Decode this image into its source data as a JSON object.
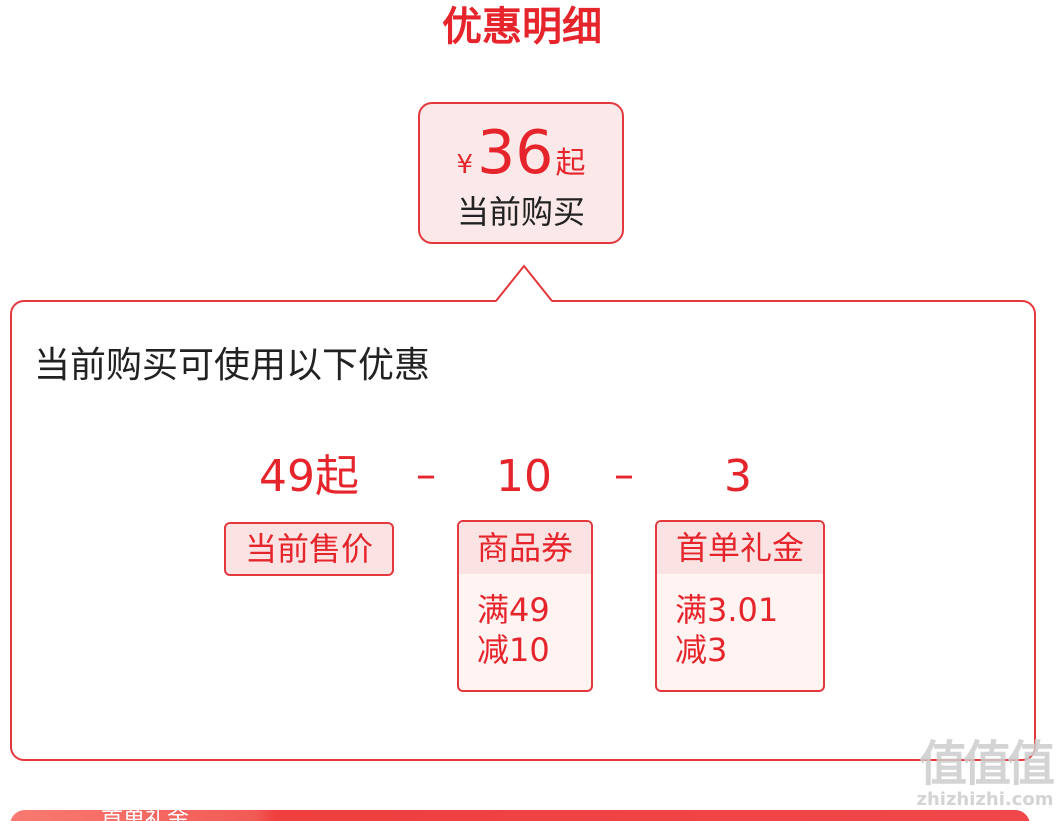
{
  "header": {
    "title": "优惠明细"
  },
  "price_box": {
    "currency": "¥",
    "amount": "36",
    "suffix": "起",
    "label": "当前购买"
  },
  "panel": {
    "title": "当前购买可使用以下优惠",
    "calc": {
      "base": "49起",
      "op1": "–",
      "coupon_value": "10",
      "op2": "–",
      "gift_value": "3"
    },
    "items": [
      {
        "label": "当前售价"
      },
      {
        "label": "商品券",
        "line1": "满49",
        "line2": "减10"
      },
      {
        "label": "首单礼金",
        "line1": "满3.01",
        "line2": "减3"
      }
    ]
  },
  "bottom_bar": {
    "label": "… 首单礼金"
  },
  "watermark": {
    "logo": "值值值",
    "text": "zhizhizhi.com"
  },
  "colors": {
    "accent": "#e5242b",
    "border": "#e3383d",
    "tag_bg": "#fce3e3",
    "card_bg": "#fff4f2",
    "price_bg": "#fbe8e8"
  }
}
